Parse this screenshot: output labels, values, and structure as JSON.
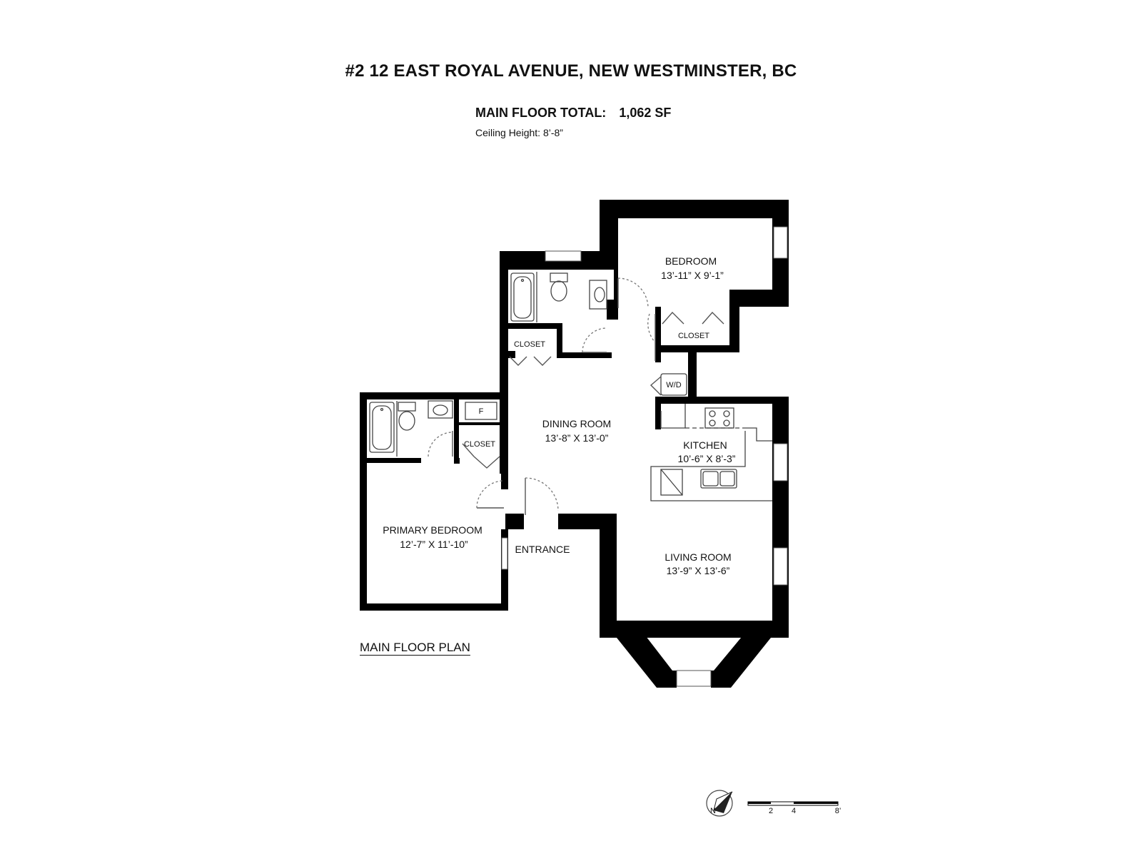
{
  "header": {
    "title": "#2 12 EAST ROYAL AVENUE, NEW WESTMINSTER, BC",
    "total_label": "MAIN FLOOR TOTAL:",
    "total_value": "1,062 SF",
    "ceiling": "Ceiling Height: 8’-8”"
  },
  "rooms": {
    "bedroom": {
      "name": "BEDROOM",
      "dims": "13’-11” X 9’-1”"
    },
    "closet_bedroom": {
      "name": "CLOSET"
    },
    "closet_hall": {
      "name": "CLOSET"
    },
    "closet_primary": {
      "name": "CLOSET"
    },
    "wd": {
      "name": "W/D"
    },
    "fridge": {
      "name": "F"
    },
    "dining": {
      "name": "DINING ROOM",
      "dims": "13’-8” X 13’-0”"
    },
    "kitchen": {
      "name": "KITCHEN",
      "dims": "10’-6” X 8’-3”"
    },
    "primary": {
      "name": "PRIMARY BEDROOM",
      "dims": "12’-7” X 11’-10”"
    },
    "entrance": {
      "name": "ENTRANCE"
    },
    "living": {
      "name": "LIVING ROOM",
      "dims": "13’-9” X 13’-6”"
    }
  },
  "plan_label": "MAIN FLOOR PLAN",
  "scale": {
    "ticks": [
      "2",
      "4",
      "8’"
    ]
  },
  "compass": {
    "label": "N"
  }
}
